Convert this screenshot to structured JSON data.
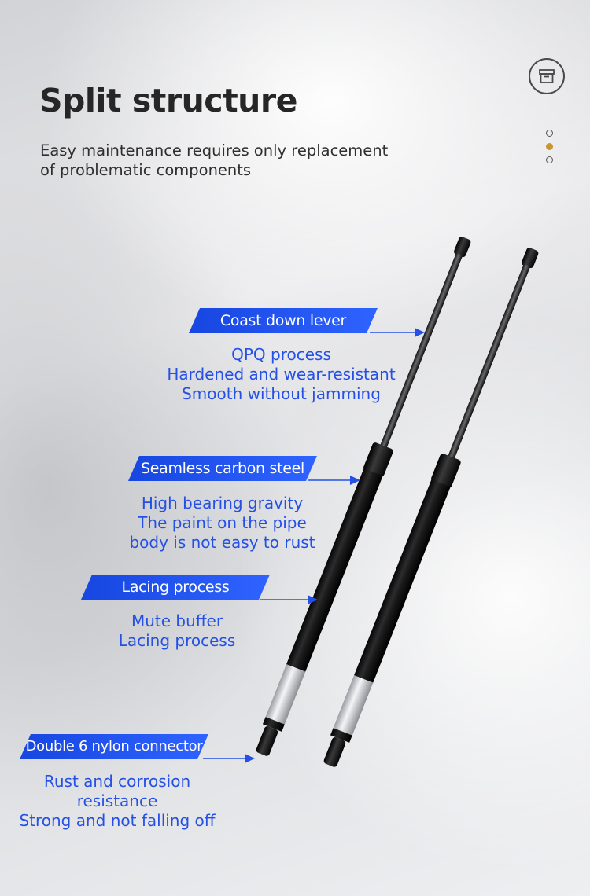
{
  "header": {
    "title": "Split structure",
    "subtitle_lines": [
      "Easy maintenance requires only replacement",
      "of problematic components"
    ]
  },
  "page_indicator": {
    "total": 3,
    "active_index": 1,
    "active_color": "#c8962f"
  },
  "top_icon": "archive-box-icon",
  "accent_color": "#2450e6",
  "features": [
    {
      "label": "Coast down lever",
      "lines": [
        "QPQ process",
        "Hardened and wear-resistant",
        "Smooth without jamming"
      ]
    },
    {
      "label": "Seamless carbon steel",
      "lines": [
        "High bearing gravity",
        "The paint on the pipe",
        "body is not easy to rust"
      ]
    },
    {
      "label": "Lacing process",
      "lines": [
        "Mute buffer",
        "Lacing process"
      ]
    },
    {
      "label": "Double 6 nylon connector",
      "lines": [
        "Rust and corrosion",
        "resistance",
        "Strong and not falling off"
      ]
    }
  ]
}
